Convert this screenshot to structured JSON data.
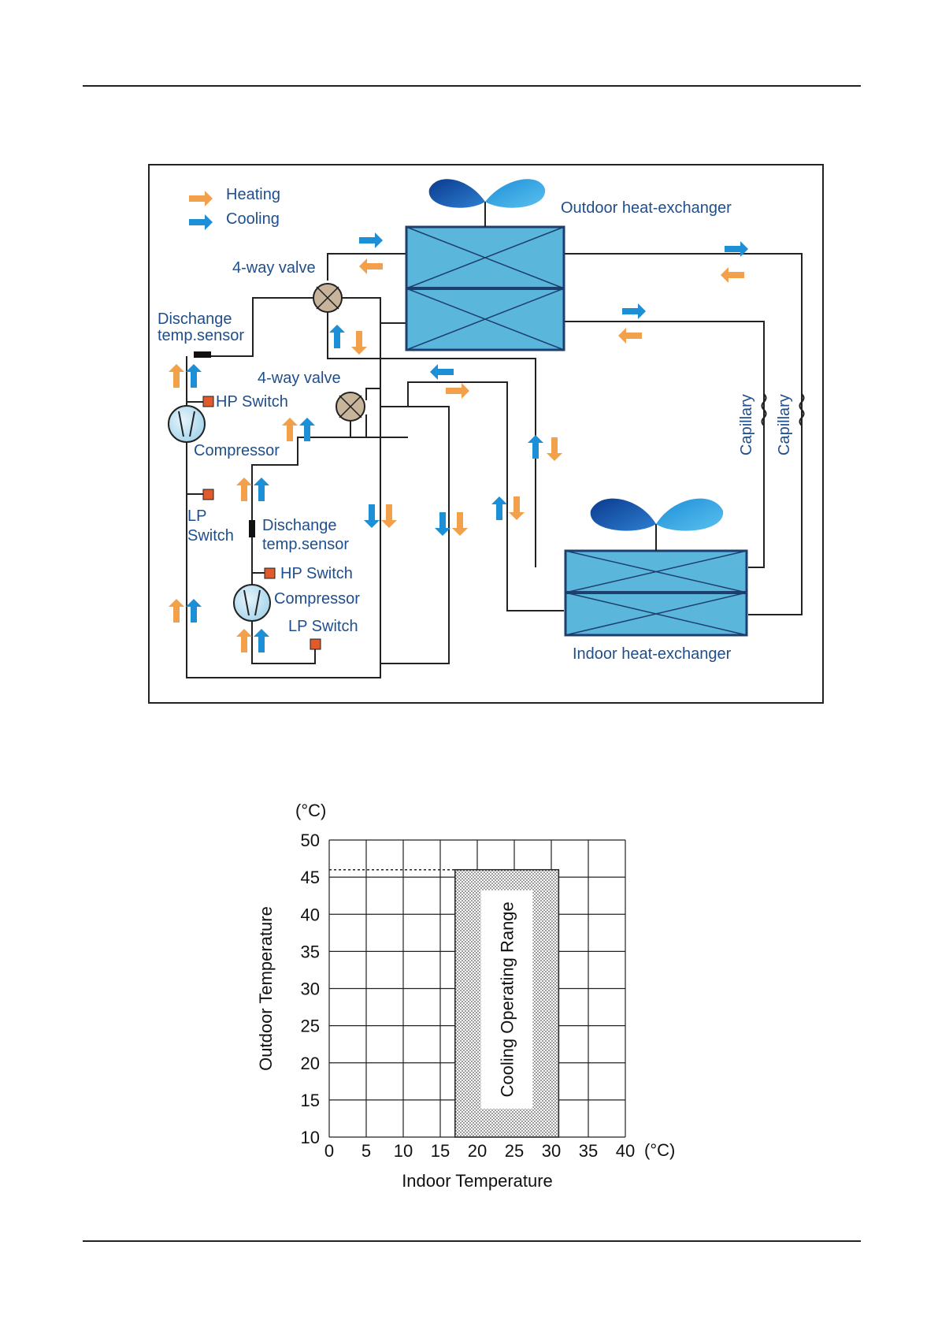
{
  "diagram": {
    "legend": {
      "heating": "Heating",
      "cooling": "Cooling"
    },
    "labels": {
      "outdoor_hx": "Outdoor heat-exchanger",
      "indoor_hx": "Indoor heat-exchanger",
      "valve_upper": "4-way valve",
      "valve_lower": "4-way valve",
      "sensor_upper_line1": "Dischange",
      "sensor_upper_line2": "temp.sensor",
      "sensor_lower_line1": "Dischange",
      "sensor_lower_line2": "temp.sensor",
      "hp_switch_upper": "HP Switch",
      "hp_switch_lower": "HP Switch",
      "compressor_upper": "Compressor",
      "compressor_lower": "Compressor",
      "lp_switch_upper_line1": "LP",
      "lp_switch_upper_line2": "Switch",
      "lp_switch_lower": "LP Switch",
      "capillary_left": "Capillary",
      "capillary_right": "Capillary"
    },
    "colors": {
      "heating": "#f2a04a",
      "cooling": "#1c8fd6",
      "hx_fill": "#5bb6dc",
      "switch": "#e05a2b",
      "valve": "#c8b49a"
    }
  },
  "chart_data": {
    "type": "area",
    "ylabel": "Outdoor Temperature",
    "xlabel": "Indoor Temperature",
    "y_unit": "(°C)",
    "x_unit": "(°C)",
    "xlim": [
      0,
      40
    ],
    "ylim": [
      10,
      50
    ],
    "x_ticks": [
      0,
      5,
      10,
      15,
      20,
      25,
      30,
      35,
      40
    ],
    "y_ticks": [
      10,
      15,
      20,
      25,
      30,
      35,
      40,
      45,
      50
    ],
    "grid": true,
    "region": {
      "label": "Cooling Operating Range",
      "x": [
        17,
        31
      ],
      "y": [
        10,
        46
      ]
    },
    "limit_line_y": 46
  }
}
